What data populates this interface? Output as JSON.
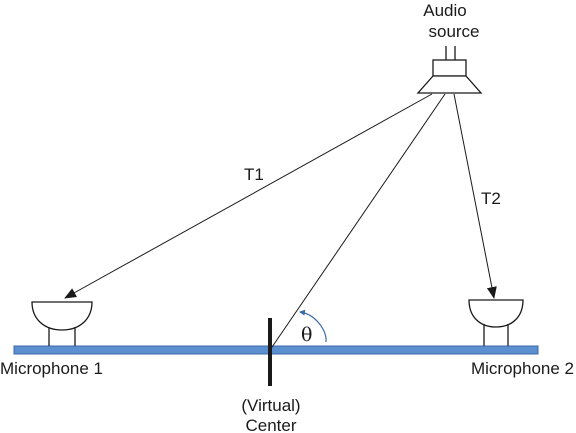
{
  "labels": {
    "audio_source_line1": "Audio",
    "audio_source_line2": "source",
    "t1": "T1",
    "t2": "T2",
    "theta": "θ",
    "mic1": "Microphone 1",
    "mic2": "Microphone 2",
    "center_line1": "(Virtual)",
    "center_line2": "Center"
  },
  "colors": {
    "baseline_fill": "#5b8fd0",
    "baseline_stroke": "#3d6aa8",
    "line": "#1a1a1a",
    "angle_arc": "#3d6aa8"
  }
}
